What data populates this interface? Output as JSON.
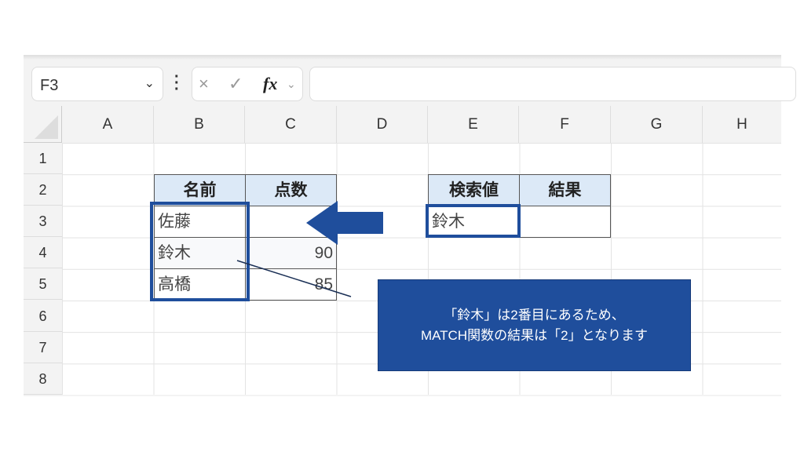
{
  "name_box": {
    "value": "F3"
  },
  "formula_bar": {
    "cancel_icon": "×",
    "enter_icon": "✓",
    "fx_label": "fx",
    "value": ""
  },
  "columns": [
    "A",
    "B",
    "C",
    "D",
    "E",
    "F",
    "G",
    "H"
  ],
  "rows": [
    "1",
    "2",
    "3",
    "4",
    "5",
    "6",
    "7",
    "8"
  ],
  "table1": {
    "headers": [
      "名前",
      "点数"
    ],
    "rows": [
      [
        "佐藤",
        ""
      ],
      [
        "鈴木",
        "90"
      ],
      [
        "高橋",
        "85"
      ]
    ]
  },
  "table2": {
    "headers": [
      "検索値",
      "結果"
    ],
    "lookup": "鈴木",
    "result": ""
  },
  "callout": {
    "line1": "「鈴木」は2番目にあるため、",
    "line2": "MATCH関数の結果は「2」となります"
  },
  "colors": {
    "header_fill": "#dce9f7",
    "highlight": "#1f4e9c"
  }
}
